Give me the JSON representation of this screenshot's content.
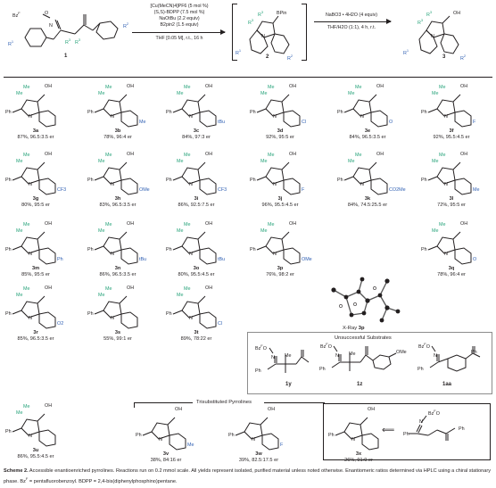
{
  "scheme": {
    "start_label": "1",
    "start_groups": {
      "bz": "Bz",
      "f": "F",
      "o": "O",
      "n": "N",
      "r1": "R",
      "r1_sup": "1",
      "r2": "R",
      "r2_sup": "2",
      "r3a": "R",
      "r3a_sup": "3",
      "r3b": "R",
      "r3b_sup": "3"
    },
    "step1_conditions": [
      "[Cu(MeCN)4]PF6 (5 mol %)",
      "(S,S)-BDPP (7.5 mol %)",
      "NaOtBu (2.2 equiv)",
      "B2pin2 (1.5 equiv)",
      "THF [0.05 M], r.t., 16 h"
    ],
    "intermediate_label": "2",
    "intermediate_groups": {
      "bpin": "BPin",
      "r3a": "R",
      "r3a_sup": "3",
      "r3b": "R",
      "r3b_sup": "3",
      "n": "N",
      "r1": "R",
      "r1_sup": "1",
      "r2": "R",
      "r2_sup": "2"
    },
    "step2_conditions": [
      "NaBO3 • 4H2O (4 equiv)",
      "THF/H2O (1:1), 4 h, r.t."
    ],
    "product_label": "3",
    "product_groups": {
      "oh": "OH",
      "r3a": "R",
      "r3a_sup": "3",
      "r3b": "R",
      "r3b_sup": "3",
      "n": "N",
      "r1": "R",
      "r1_sup": "1",
      "r2": "R",
      "r2_sup": "2"
    }
  },
  "labels": {
    "me": "Me",
    "ph": "Ph",
    "oh": "OH",
    "n": "N",
    "tbu": "tBu",
    "cl": "Cl",
    "f": "F",
    "cf3": "CF",
    "cf3_sub": "3",
    "ome": "OMe",
    "co2me": "CO",
    "co2me_sub": "2",
    "co2me_tail": "Me",
    "o": "O",
    "o2": "O",
    "o2_sub": "2",
    "bz": "Bz",
    "bz_sup": "F"
  },
  "compounds": [
    {
      "id": "3a",
      "result": "87%, 96.5:3.5 er"
    },
    {
      "id": "3b",
      "result": "78%, 96:4 er"
    },
    {
      "id": "3c",
      "result": "84%, 97:3 er"
    },
    {
      "id": "3d",
      "result": "92%, 95:5 er"
    },
    {
      "id": "3e",
      "result": "84%, 96.5:3.5 er"
    },
    {
      "id": "3f",
      "result": "92%, 95.5:4.5 er"
    },
    {
      "id": "3g",
      "result": "80%, 95:5 er"
    },
    {
      "id": "3h",
      "result": "83%, 96.5:3.5 er"
    },
    {
      "id": "3i",
      "result": "86%, 92.5:7.5 er"
    },
    {
      "id": "3j",
      "result": "96%, 95.5:4.5 er"
    },
    {
      "id": "3k",
      "result": "84%, 74.5:25.5 er"
    },
    {
      "id": "3l",
      "result": "72%, 95:5 er"
    },
    {
      "id": "3m",
      "result": "85%, 95:5 er"
    },
    {
      "id": "3n",
      "result": "86%, 96.5:3.5 er"
    },
    {
      "id": "3o",
      "result": "80%, 95.5:4.5 er"
    },
    {
      "id": "3p",
      "result": "76%, 98:2 er"
    },
    {
      "id": "3q",
      "result": "78%, 96:4 er"
    },
    {
      "id": "3r",
      "result": "85%, 96.5:3.5 er"
    },
    {
      "id": "3s",
      "result": "55%, 99:1 er"
    },
    {
      "id": "3t",
      "result": "89%, 78:22 er"
    },
    {
      "id": "3u",
      "result": "86%, 95.5:4.5 er"
    },
    {
      "id": "3v",
      "result": "38%, 84:16 er"
    },
    {
      "id": "3w",
      "result": "39%, 82.5:17.5 er"
    },
    {
      "id": "3x",
      "result": "26%, 91:9 er"
    }
  ],
  "xray": {
    "label": "X-Ray",
    "compound": "3p"
  },
  "unsuccessful": {
    "title": "Unsuccessful Substrates",
    "labels": [
      "1y",
      "1z",
      "1aa"
    ]
  },
  "trisubstituted": {
    "title": "Trisubstituted Pyrrolines"
  },
  "caption": {
    "bold": "Scheme 2.",
    "text": " Accessible enantioenriched pyrrolines. Reactions run on 0.2 mmol scale. All yields represent isolated, purified material unless noted otherwise. Enantiomeric ratios determined via HPLC using a chiral stationary phase. Bz",
    "sup": "F",
    "text2": " = pentafluorobenzoyl. BDPP = 2,4-bis(diphenylphosphino)pentane."
  },
  "colors": {
    "r3_green": "#27a37a",
    "r2_blue": "#2f5fb3",
    "text": "#231f20",
    "box_border": "#8c8c8c"
  }
}
